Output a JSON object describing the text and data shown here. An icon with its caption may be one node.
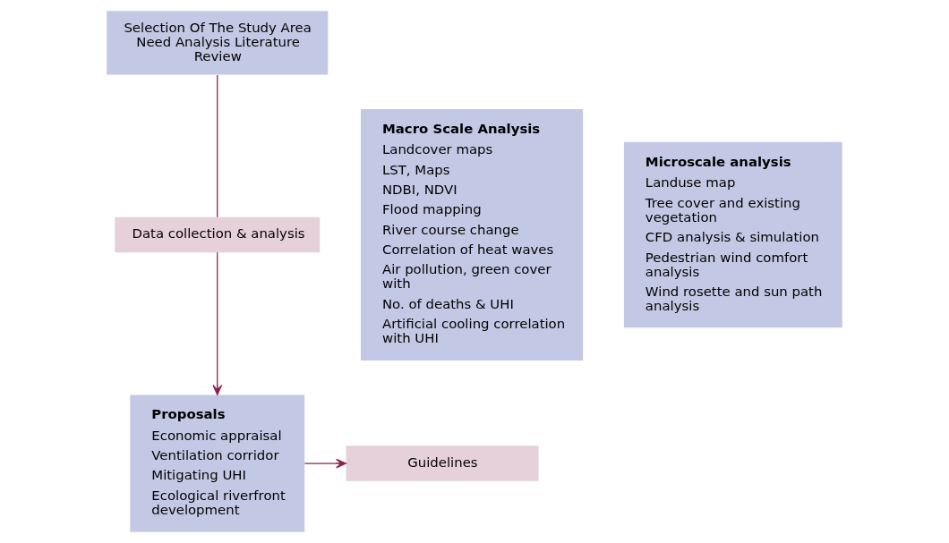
{
  "diagram": {
    "nodes": [
      {
        "text": [
          "Selection Of The Study Area Need Analysis Literature Review"
        ]
      },
      {
        "text": [
          "Macro Scale Analysis",
          "Landcover maps",
          "LST, Maps",
          "NDBI, NDVI",
          "Flood mapping",
          "River course change",
          "Correlation of heat waves",
          "Air pollution, green cover with",
          "No. of deaths & UHI",
          "Artificial cooling correlation with UHI"
        ]
      },
      {
        "text": [
          "Microscale analysis",
          "Landuse map",
          "Tree cover and existing vegetation",
          "CFD analysis & simulation",
          "Pedestrian wind comfort analysis",
          "Wind rosette and sun path analysis"
        ]
      },
      {
        "text": [
          "Data collection & analysis"
        ]
      },
      {
        "text": [
          "Proposals",
          "Economic appraisal",
          "Ventilation corridor",
          "Mitigating UHI",
          "Ecological riverfront development"
        ]
      },
      {
        "text": [
          "Guidelines"
        ]
      }
    ],
    "edges": [
      {
        "from": 0,
        "to": 3,
        "arrow": "none"
      },
      {
        "from": 3,
        "to": 4,
        "arrow": "to"
      },
      {
        "from": 4,
        "to": 5,
        "arrow": "to"
      }
    ]
  }
}
